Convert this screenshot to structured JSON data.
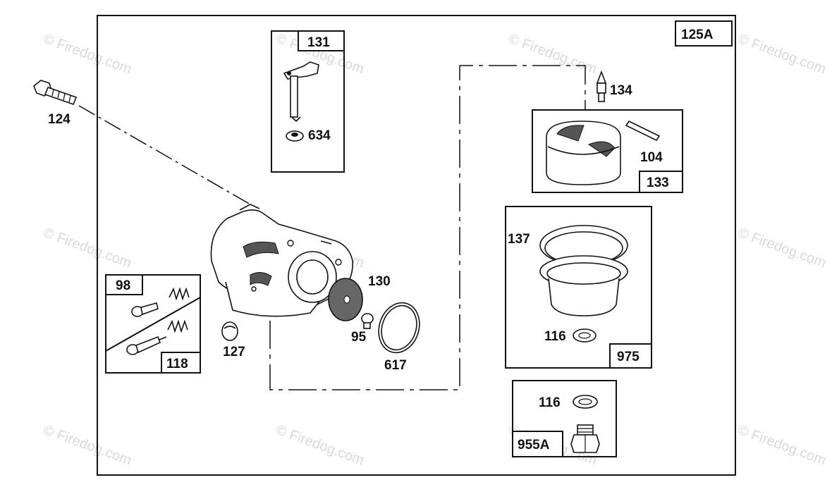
{
  "diagram": {
    "frame_label": "125A",
    "watermark": "© Firedog.com",
    "parts": {
      "p124": "124",
      "p131": "131",
      "p634": "634",
      "p134": "134",
      "p104": "104",
      "p133": "133",
      "p137": "137",
      "p975": "975",
      "p116a": "116",
      "p116b": "116",
      "p955a": "955A",
      "p98": "98",
      "p118": "118",
      "p127": "127",
      "p130": "130",
      "p95": "95",
      "p617": "617"
    }
  }
}
